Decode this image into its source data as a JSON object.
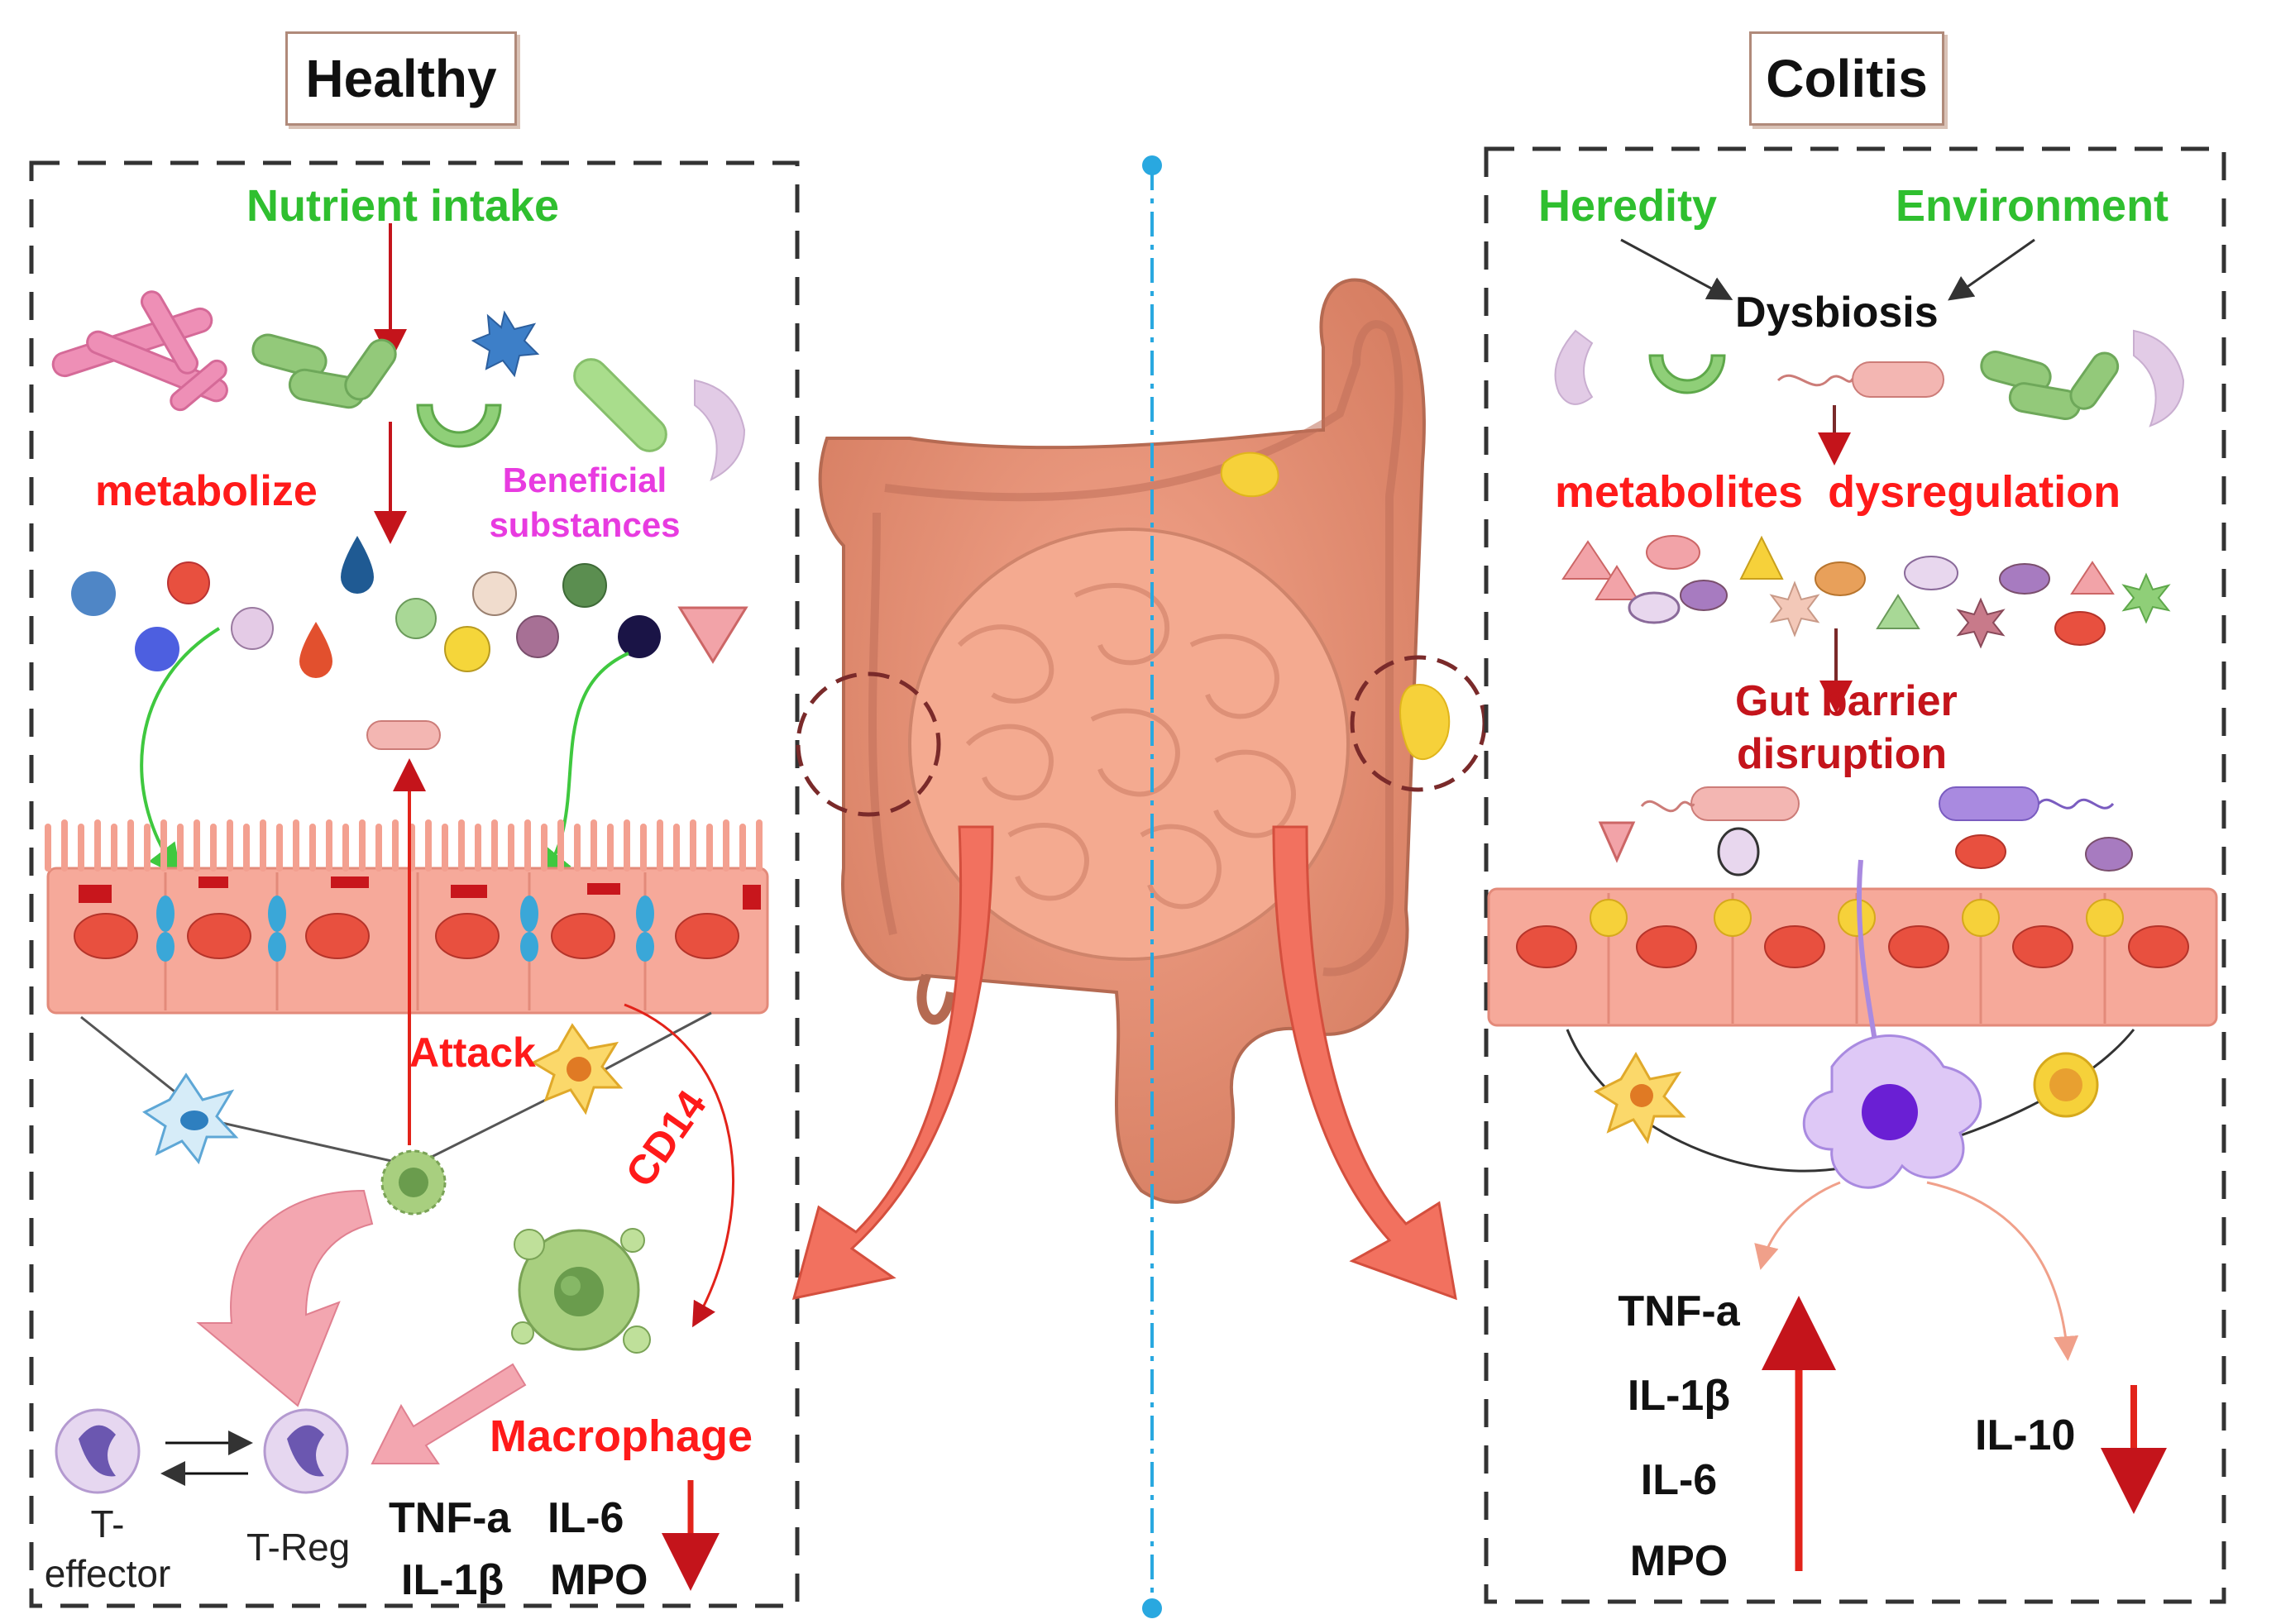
{
  "healthy": {
    "title": "Healthy",
    "nutrient_intake": "Nutrient intake",
    "metabolize": "metabolize",
    "beneficial_line1": "Beneficial",
    "beneficial_line2": "substances",
    "attack": "Attack",
    "cd14": "CD14",
    "macrophage": "Macrophage",
    "t_effector_line1": "T-",
    "t_effector_line2": "effector",
    "t_reg": "T-Reg",
    "cytokine_tnfa": "TNF-a",
    "cytokine_il6": "IL-6",
    "cytokine_il1b": "IL-1β",
    "cytokine_mpo": "MPO"
  },
  "colitis": {
    "title": "Colitis",
    "heredity": "Heredity",
    "environment": "Environment",
    "dysbiosis": "Dysbiosis",
    "metabolites_dysregulation": "metabolites  dysregulation",
    "gut_barrier_line1": "Gut barrier",
    "gut_barrier_line2": "disruption",
    "up_markers": [
      "TNF-a",
      "IL-1β",
      "IL-6",
      "MPO"
    ],
    "down_marker": "IL-10"
  },
  "colors": {
    "green_label": "#2fbf2f",
    "red_label": "#ff1a1a",
    "dark_red_label": "#c4141b",
    "magenta_label": "#e83be0",
    "divider": "#29a8e0",
    "epithelium": "#f6a99a",
    "nucleus": "#e8503f",
    "colon": "#df8a6e"
  }
}
